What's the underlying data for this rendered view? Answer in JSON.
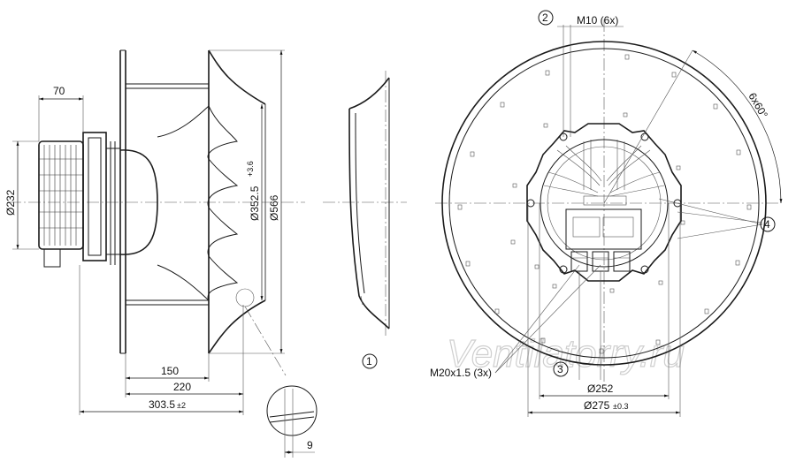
{
  "dims": {
    "d232": "Ø232",
    "d70": "70",
    "d352": "Ø352.5",
    "d352_tol": "+3.6",
    "d566": "Ø566",
    "d150": "150",
    "d220": "220",
    "d303": "303.5",
    "d303_tol": "±2",
    "d9": "9",
    "m10": "M10 (6x)",
    "angle": "6x60°",
    "m20": "M20x1.5 (3x)",
    "d252": "Ø252",
    "d275": "Ø275",
    "d275_tol": "±0.3"
  },
  "callouts": {
    "c1": "1",
    "c2": "2",
    "c3": "3",
    "c4": "4"
  },
  "watermark": "Ventilatorry.ru"
}
